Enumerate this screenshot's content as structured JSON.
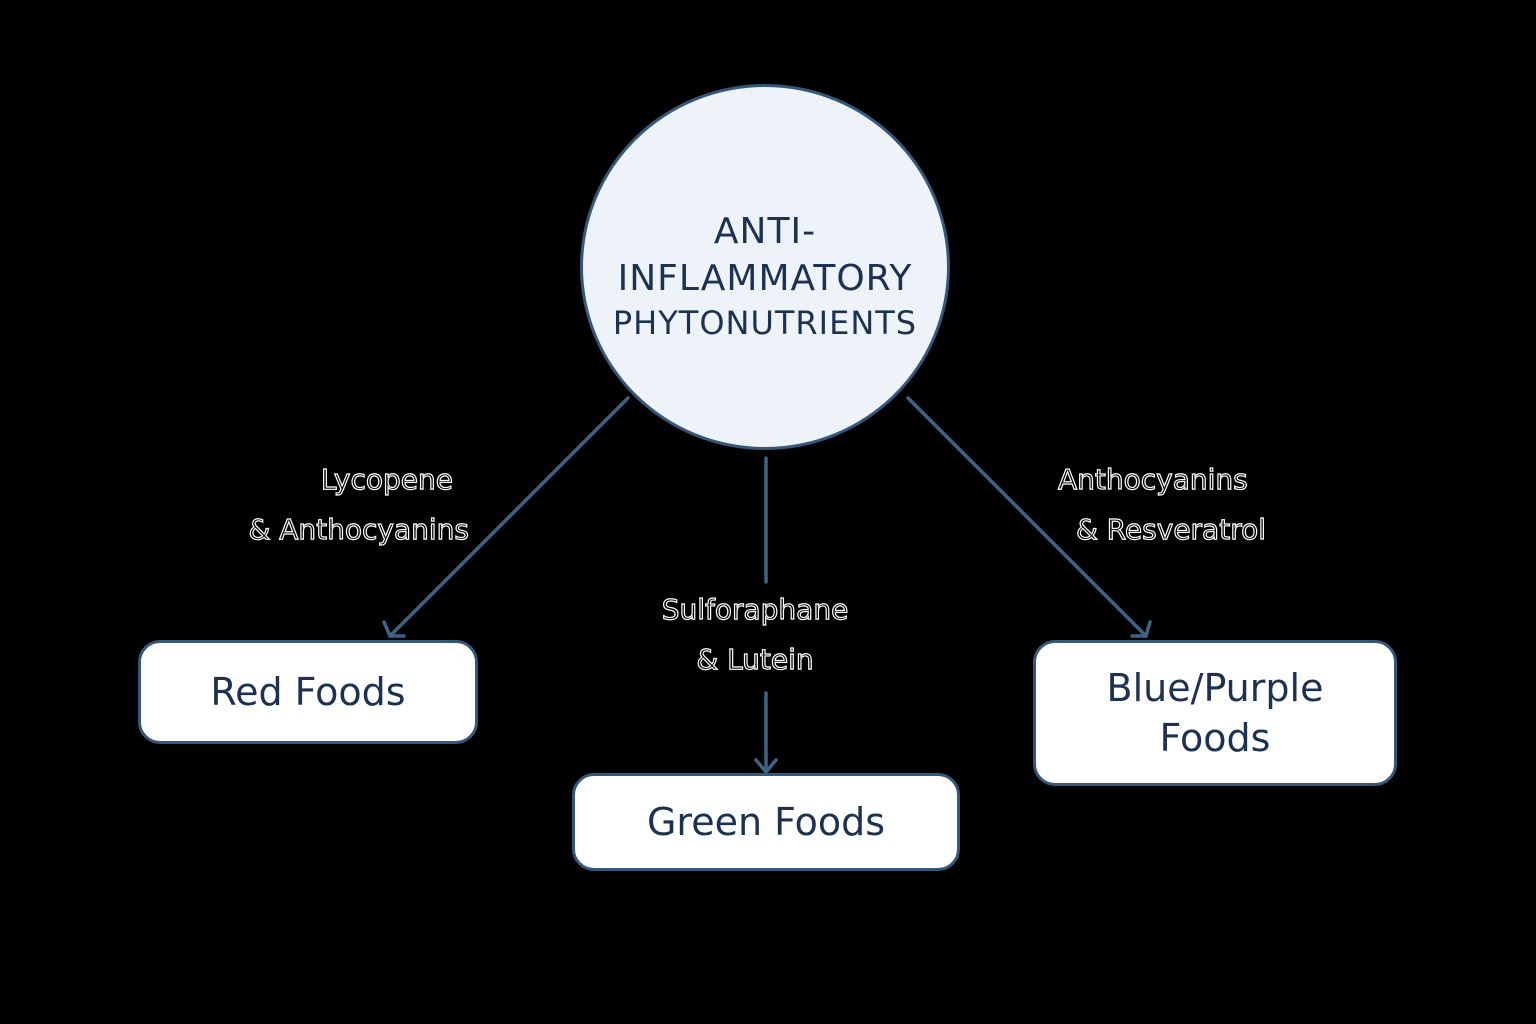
{
  "diagram": {
    "center": {
      "lines": [
        "ANTI-",
        "INFLAMMATORY",
        "PHYTONUTRIENTS"
      ]
    },
    "branches": [
      {
        "label_lines": [
          "Lycopene",
          "& Anthocyanins"
        ],
        "target_lines": [
          "Red Foods"
        ]
      },
      {
        "label_lines": [
          "Sulforaphane",
          "& Lutein"
        ],
        "target_lines": [
          "Green Foods"
        ]
      },
      {
        "label_lines": [
          "Anthocyanins",
          "& Resveratrol"
        ],
        "target_lines": [
          "Blue/Purple",
          "Foods"
        ]
      }
    ]
  },
  "colors": {
    "background": "#000000",
    "node_fill": "#eef3f9",
    "node_stroke": "#35577a",
    "text": "#1d3150",
    "arrow": "#3f6384",
    "label_outline": "#ffffff"
  }
}
